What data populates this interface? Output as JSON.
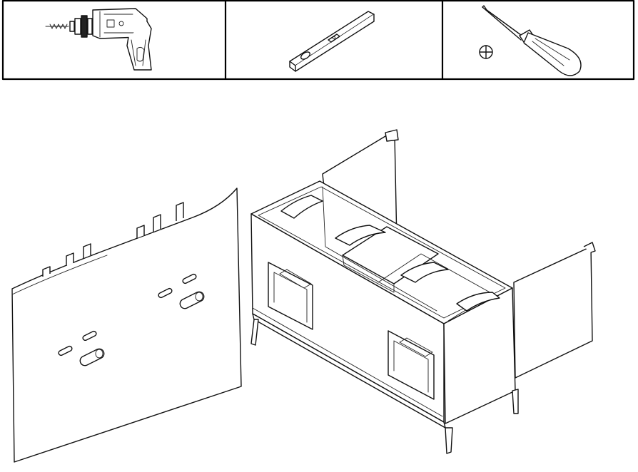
{
  "tools": [
    {
      "name": "power-drill",
      "icon": "drill-icon"
    },
    {
      "name": "spirit-level",
      "icon": "level-icon"
    },
    {
      "name": "phillips-screwdriver",
      "icon": "screwdriver-icon"
    }
  ],
  "scene": {
    "parts": [
      "side-panel-with-dowels",
      "vanity-cabinet-frame",
      "right-side-panel",
      "back-panel"
    ]
  }
}
